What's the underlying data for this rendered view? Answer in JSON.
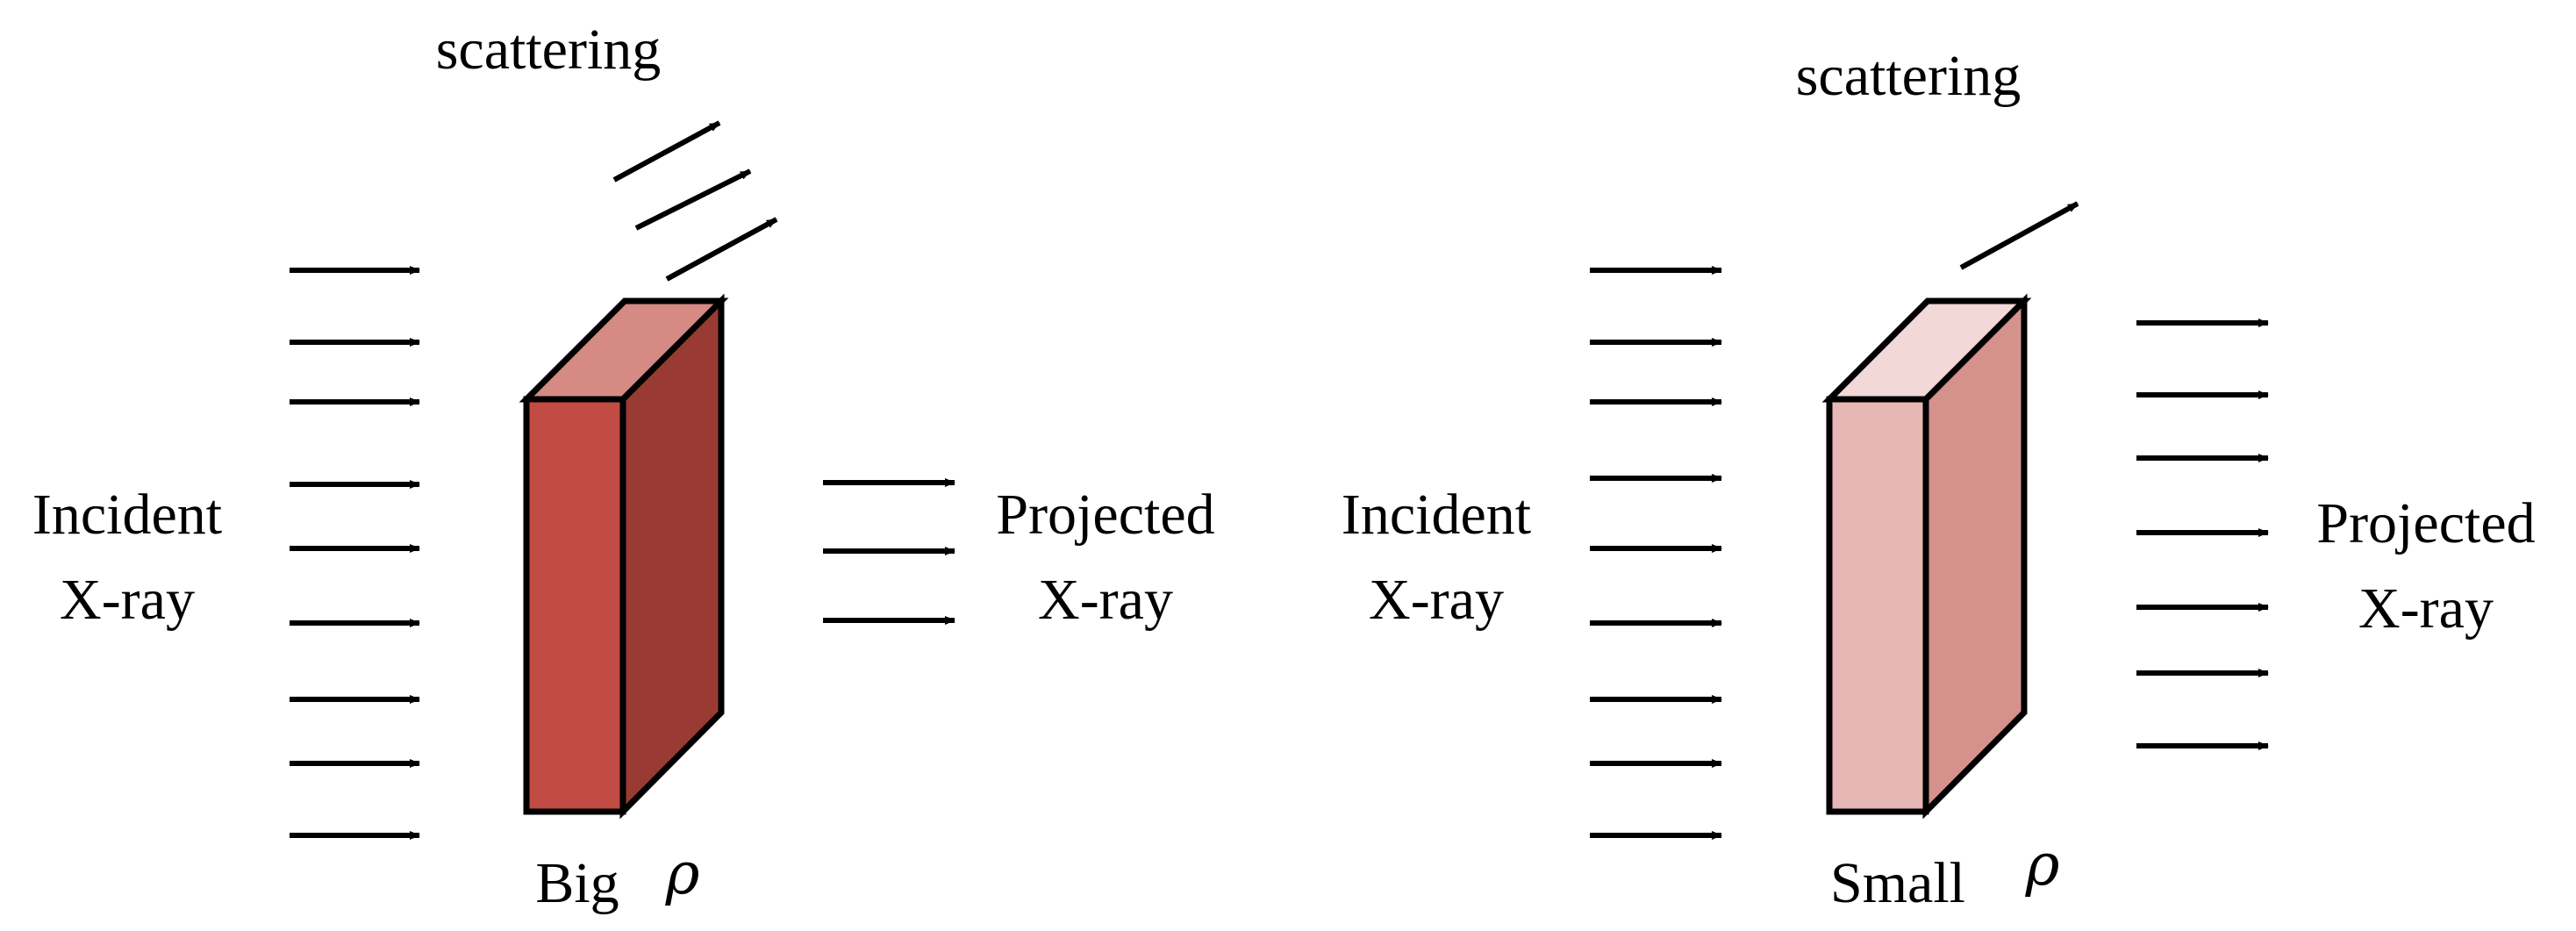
{
  "left_panel": {
    "scattering": "scattering",
    "incident_line1": "Incident",
    "incident_line2": "X-ray",
    "projected_line1": "Projected",
    "projected_line2": "X-ray",
    "block_label": "Big",
    "density_symbol": "ρ",
    "block_colors": {
      "top": "#d58a84",
      "front": "#c24c43",
      "side": "#9a3b33"
    },
    "incident_arrow_count": 9,
    "scattered_arrow_count": 3,
    "projected_arrow_count": 3
  },
  "right_panel": {
    "scattering": "scattering",
    "incident_line1": "Incident",
    "incident_line2": "X-ray",
    "projected_line1": "Projected",
    "projected_line2": "X-ray",
    "block_label": "Small",
    "density_symbol": "ρ",
    "block_colors": {
      "top": "#f3d8d8",
      "front": "#e6b7b4",
      "side": "#d5918c"
    },
    "incident_arrow_count": 9,
    "scattered_arrow_count": 1,
    "projected_arrow_count": 7
  }
}
